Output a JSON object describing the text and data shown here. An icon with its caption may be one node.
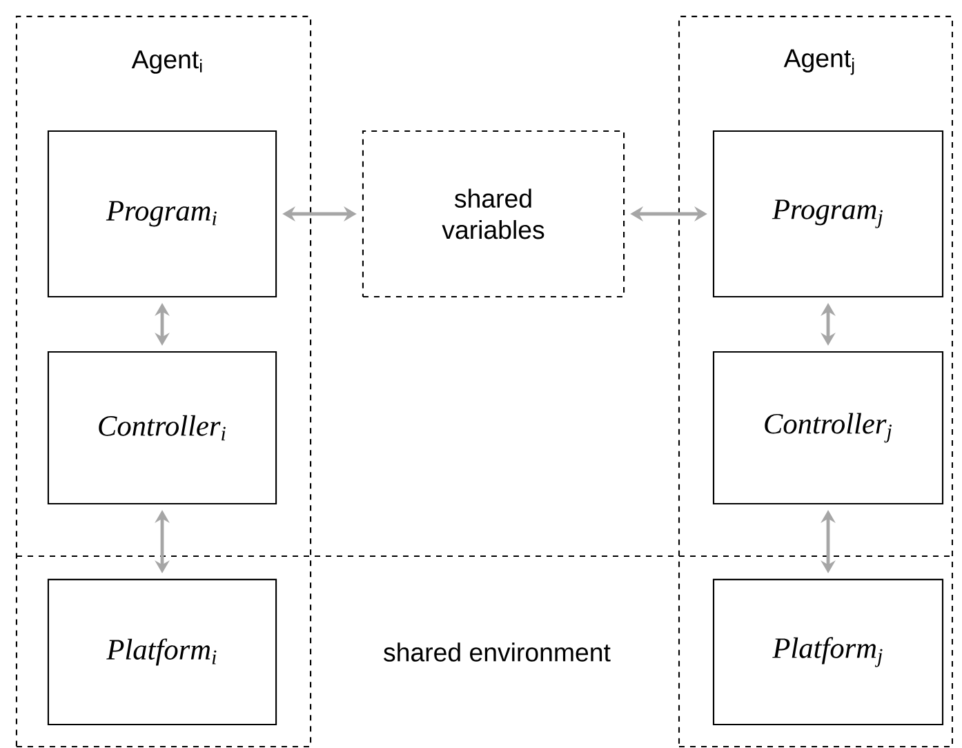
{
  "diagram": {
    "nodes": [
      {
        "text": [
          "Agent$_{i}$"
        ]
      },
      {
        "text": [
          "Program$_{i}$"
        ],
        "in": 0
      },
      {
        "text": [
          "shared variables"
        ]
      },
      {
        "text": [
          "Agent$_{j}$"
        ]
      },
      {
        "text": [
          "Program$_{j}$"
        ],
        "in": 3
      },
      {
        "text": [
          "Controller$_{i}$"
        ],
        "in": 0
      },
      {
        "text": [
          "Controller$_{j}$"
        ],
        "in": 3
      },
      {
        "text": [
          "shared environment"
        ]
      },
      {
        "text": [
          "Platform$_{i}$"
        ],
        "in": 0
      },
      {
        "text": [
          "Platform$_{j}$"
        ],
        "in": 3
      }
    ],
    "edges": [
      {
        "from": 1,
        "to": 2,
        "arrow": "both"
      },
      {
        "from": 2,
        "to": 4,
        "arrow": "both"
      },
      {
        "from": 1,
        "to": 5,
        "arrow": "both"
      },
      {
        "from": 4,
        "to": 6,
        "arrow": "both"
      },
      {
        "from": 5,
        "to": 8,
        "arrow": "both"
      },
      {
        "from": 6,
        "to": 9,
        "arrow": "both"
      }
    ]
  }
}
